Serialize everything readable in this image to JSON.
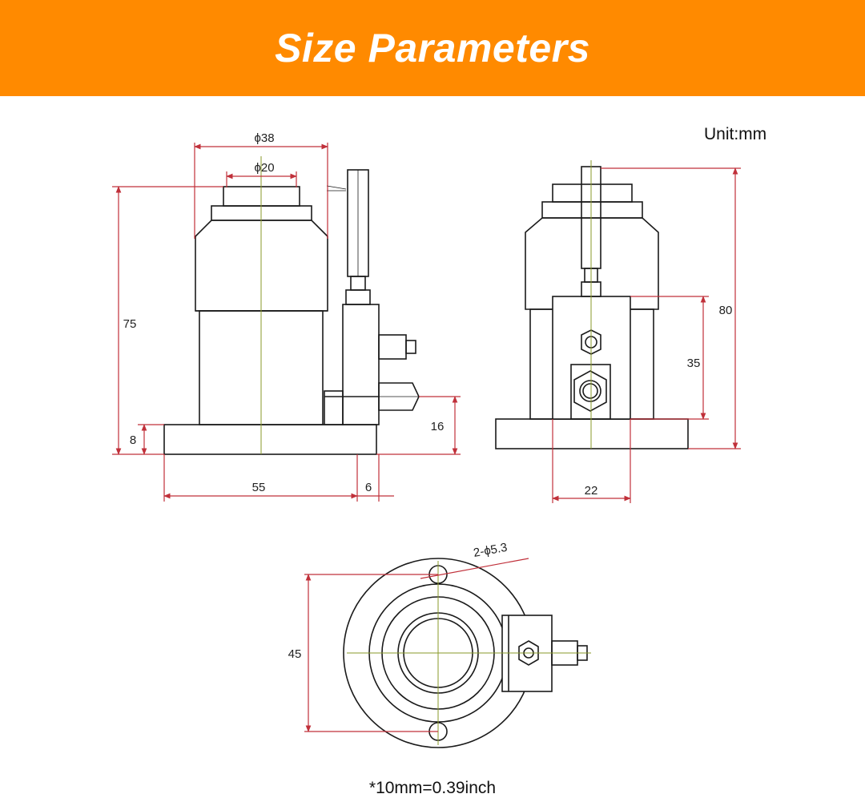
{
  "header": {
    "title": "Size Parameters"
  },
  "unit_label": "Unit:mm",
  "footnote": "*10mm=0.39inch",
  "colors": {
    "banner": "#ff8a00",
    "outline": "#1a1a1a",
    "dimension_line": "#c0303a",
    "center_line": "#8a9a2a"
  },
  "front_view": {
    "dim_outer_diameter": "ϕ38",
    "dim_inner_diameter": "ϕ20",
    "dim_total_height": "75",
    "dim_base_thickness": "8",
    "dim_nozzle_height": "16",
    "dim_base_length": "55",
    "dim_offset": "6"
  },
  "side_view": {
    "dim_total_height": "80",
    "dim_block_height": "35",
    "dim_block_width": "22"
  },
  "top_view": {
    "dim_holes": "2-ϕ5.3",
    "dim_hole_spacing": "45"
  }
}
